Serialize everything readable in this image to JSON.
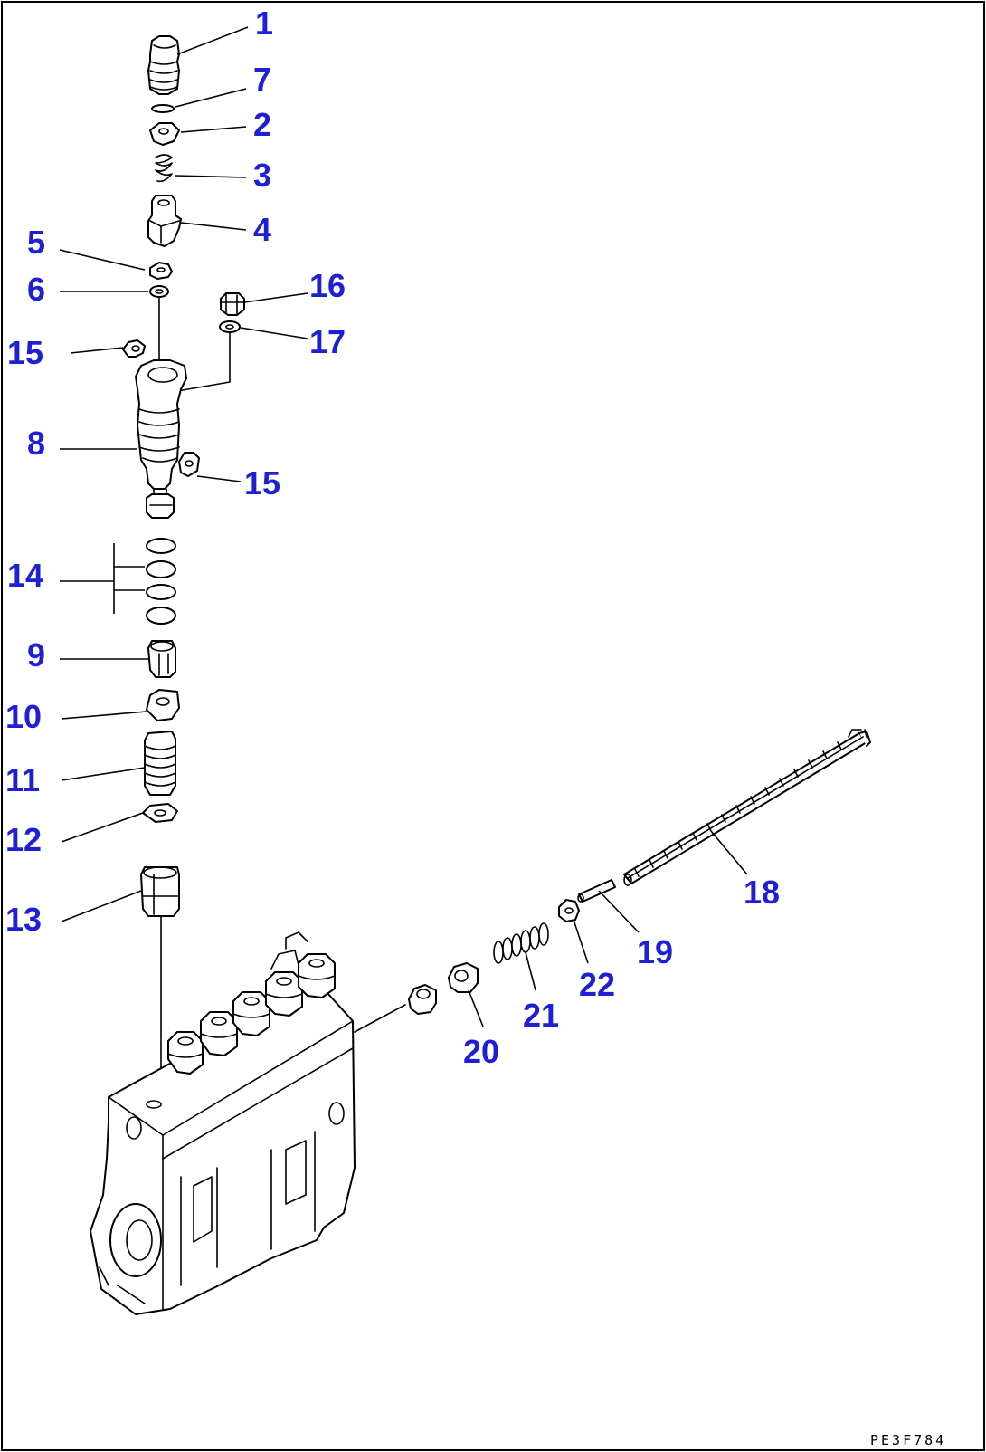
{
  "callouts": {
    "c1": "1",
    "c2": "2",
    "c3": "3",
    "c4": "4",
    "c5": "5",
    "c6": "6",
    "c7": "7",
    "c8": "8",
    "c9": "9",
    "c10": "10",
    "c11": "11",
    "c12": "12",
    "c13": "13",
    "c14": "14",
    "c15a": "15",
    "c15b": "15",
    "c16": "16",
    "c17": "17",
    "c18": "18",
    "c19": "19",
    "c20": "20",
    "c21": "21",
    "c22": "22"
  },
  "drawing_code": "PE3F784",
  "colors": {
    "callout": "#1f1fd6",
    "line": "#000000",
    "background": "#ffffff"
  }
}
